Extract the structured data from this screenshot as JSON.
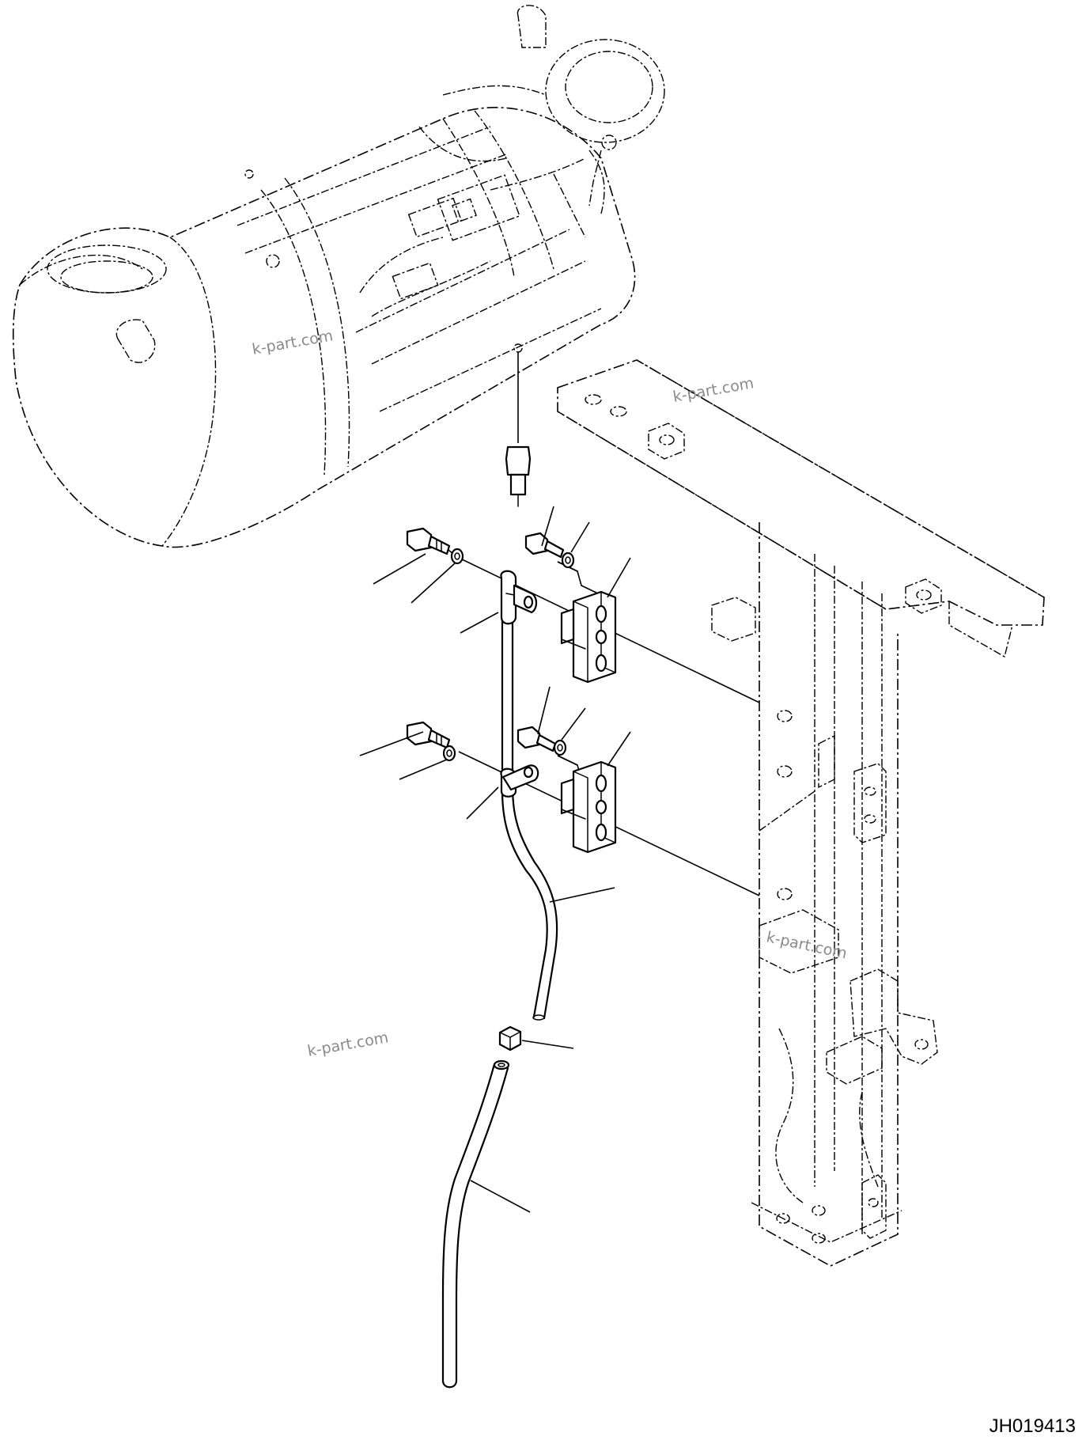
{
  "drawing": {
    "code": "JH019413",
    "watermarks": [
      "k-part.com",
      "k-part.com",
      "k-part.com",
      "k-part.com"
    ]
  },
  "colors": {
    "line": "#000000",
    "background": "#ffffff",
    "watermark": "#8a8a8a"
  }
}
